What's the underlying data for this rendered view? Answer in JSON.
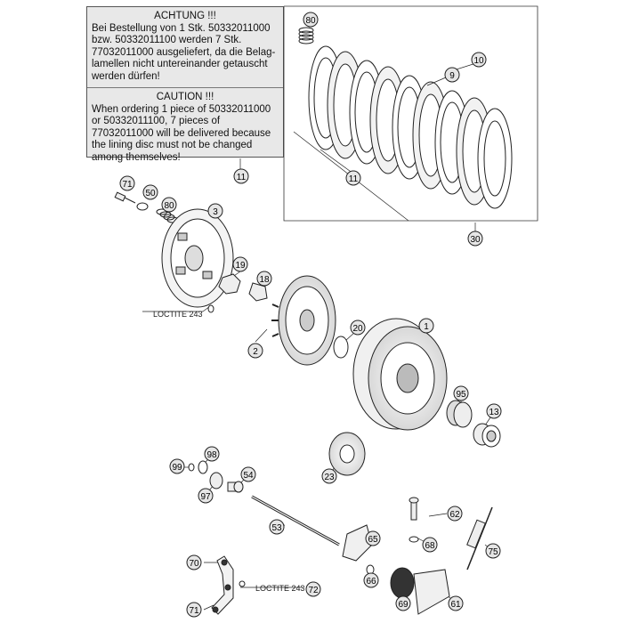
{
  "notice": {
    "de_title": "ACHTUNG !!!",
    "de_text": "Bei Bestellung von 1 Stk. 50332011000 bzw. 50332011100 werden 7 Stk. 77032011000 ausgeliefert, da die Belag-lamellen nicht untereinander getauscht werden dürfen!",
    "en_title": "CAUTION !!!",
    "en_text": "When ordering 1 piece of 50332011000 or 50332011100, 7 pieces of 77032011000 will be delivered because the lining disc must not be changed among themselves!"
  },
  "callouts": {
    "c80a": "80",
    "c10": "10",
    "c9": "9",
    "c11a": "11",
    "c11b": "11",
    "c30": "30",
    "c71a": "71",
    "c50": "50",
    "c80b": "80",
    "c3": "3",
    "c19": "19",
    "c18": "18",
    "c2": "2",
    "c20": "20",
    "c1": "1",
    "c95": "95",
    "c13": "13",
    "c98": "98",
    "c99": "99",
    "c54": "54",
    "c97": "97",
    "c23": "23",
    "c62": "62",
    "c68": "68",
    "c53": "53",
    "c65": "65",
    "c75": "75",
    "c66": "66",
    "c70": "70",
    "c72": "72",
    "c69": "69",
    "c61": "61",
    "c71b": "71"
  },
  "loctite": {
    "l1": "LOCTITE 243",
    "l2": "LOCTITE 243"
  },
  "colors": {
    "line": "#222222",
    "callout_fill": "#e6e6e6",
    "box_fill": "#e8e8e8"
  }
}
